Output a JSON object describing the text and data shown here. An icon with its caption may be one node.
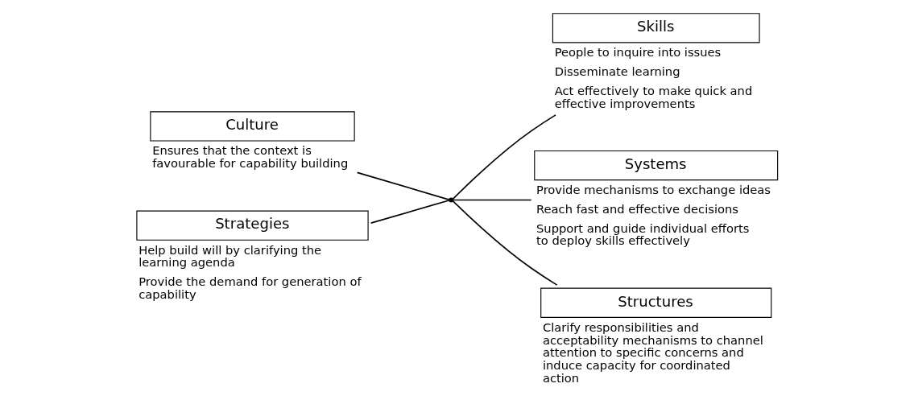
{
  "diagram": {
    "nodes": [
      {
        "text": [
          "Culture"
        ],
        "beside": [
          "Ensures that the context is favourable for capability building"
        ]
      },
      {
        "text": [
          "Skills"
        ],
        "beside": [
          "People to inquire into issues",
          "Disseminate learning",
          "Act effectively to make quick and effective improvements"
        ]
      },
      {
        "text": [],
        "shape": "point"
      },
      {
        "text": [
          "Systems"
        ],
        "beside": [
          "Provide mechanisms to exchange ideas",
          "Reach fast and effective decisions",
          "Support and guide individual efforts to deploy skills effectively"
        ]
      },
      {
        "text": [
          "Strategies"
        ],
        "beside": [
          "Help build will by clarifying the learning agenda",
          "Provide the demand for generation of capability"
        ]
      },
      {
        "text": [
          "Structures"
        ],
        "beside": [
          "Clarify responsibilities and acceptability mechanisms to channel attention to specific concerns and induce capacity for coordinated action"
        ]
      }
    ],
    "edges": [
      {
        "from": 0,
        "to": 2,
        "arrow": "none"
      },
      {
        "from": 4,
        "to": 2,
        "arrow": "none"
      },
      {
        "from": 2,
        "to": 1,
        "arrow": "none"
      },
      {
        "from": 2,
        "to": 3,
        "arrow": "none"
      },
      {
        "from": 2,
        "to": 5,
        "arrow": "none"
      }
    ]
  }
}
